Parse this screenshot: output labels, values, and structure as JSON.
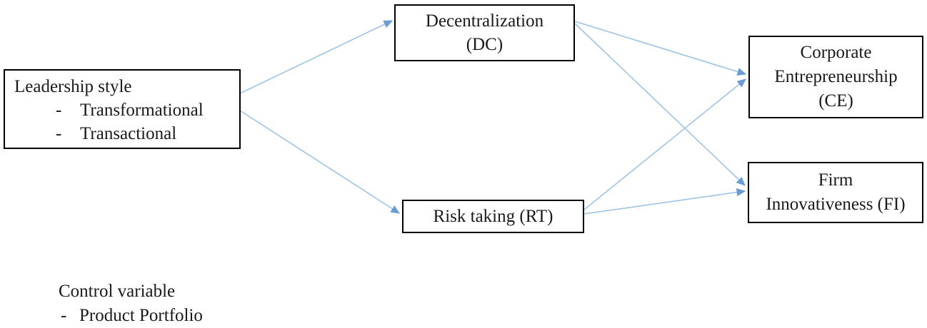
{
  "diagram": {
    "nodes": {
      "leadership": {
        "title": "Leadership style",
        "bullet_dash": "-",
        "bullets": [
          "Transformational",
          "Transactional"
        ]
      },
      "dc": {
        "lines": [
          "Decentralization",
          "(DC)"
        ]
      },
      "rt": {
        "lines": [
          "Risk taking (RT)"
        ]
      },
      "ce": {
        "lines": [
          "Corporate",
          "Entrepreneurship",
          "(CE)"
        ]
      },
      "fi": {
        "lines": [
          "Firm",
          "Innovativeness (FI)"
        ]
      }
    },
    "edges": [
      {
        "from": "leadership",
        "to": "dc"
      },
      {
        "from": "leadership",
        "to": "rt"
      },
      {
        "from": "dc",
        "to": "ce"
      },
      {
        "from": "dc",
        "to": "fi"
      },
      {
        "from": "rt",
        "to": "ce"
      },
      {
        "from": "rt",
        "to": "fi"
      }
    ],
    "colors": {
      "arrow_line": "#9DC3E6",
      "arrow_head": "#6B9CD3",
      "box_border": "#000000",
      "text": "#1a1a1a",
      "background": "#ffffff"
    }
  },
  "footnote": {
    "title": "Control variable",
    "bullet_dash": "-",
    "items": [
      "Product Portfolio"
    ]
  }
}
